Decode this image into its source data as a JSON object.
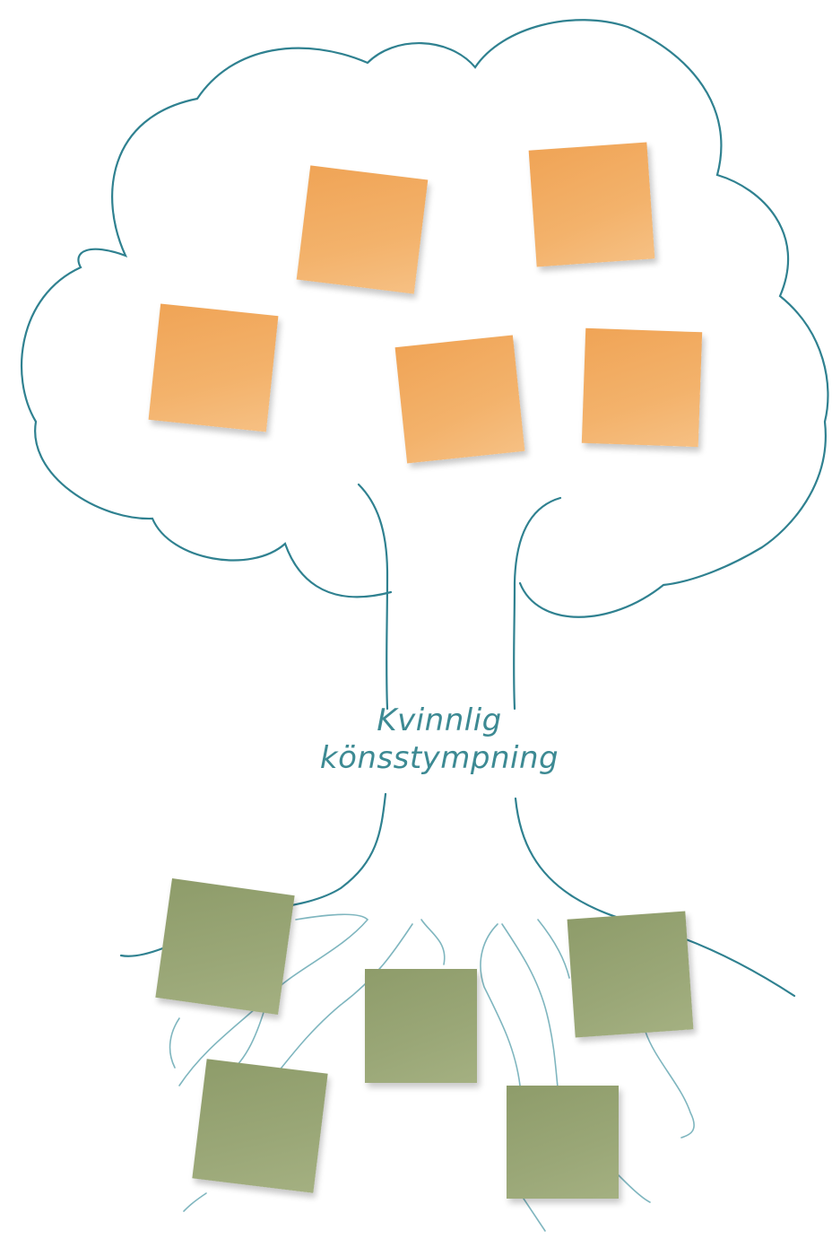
{
  "title": {
    "line1": "Kvinnlig",
    "line2": "könsstympning"
  },
  "colors": {
    "outline": "#2f8190",
    "roots": "#7fb6bf",
    "leaf_note": "#f2ab5f",
    "root_note": "#96a373",
    "text": "#3d8a93"
  },
  "notes": {
    "leaves_count": 5,
    "roots_count": 5
  }
}
